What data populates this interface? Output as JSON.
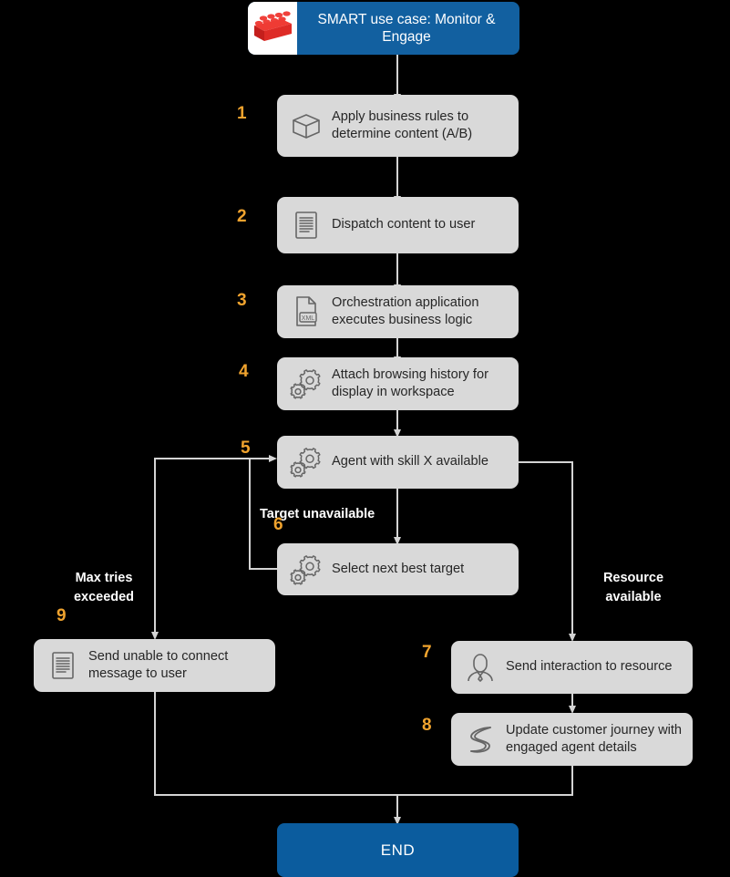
{
  "diagram": {
    "title": "SMART use case: Monitor & Engage",
    "start_node": {
      "label": "SMART use case: Monitor & Engage",
      "icon": "lego-brick-icon",
      "fill": "#1260a0",
      "text_color": "#ffffff"
    },
    "end_node": {
      "label": "END",
      "fill": "#0b5c9e",
      "text_color": "#ffffff"
    },
    "colors": {
      "background": "#000000",
      "box_fill": "#d9d9d9",
      "box_text": "#262626",
      "step_number": "#f0a32e",
      "edge_label": "#ffffff",
      "connector": "#d9d9d9",
      "brand_blue": "#1260a0",
      "lego_red": "#e8312a"
    },
    "steps": [
      {
        "number": "1",
        "label": "Apply business rules to determine content (A/B)",
        "icon": "box-3d-icon"
      },
      {
        "number": "2",
        "label": "Dispatch content to user",
        "icon": "document-lines-icon"
      },
      {
        "number": "3",
        "label": "Orchestration application executes business logic",
        "icon": "xml-file-icon"
      },
      {
        "number": "4",
        "label": "Attach browsing history for display in workspace",
        "icon": "gears-icon"
      },
      {
        "number": "5",
        "label": "Agent with skill X available",
        "icon": "gears-icon"
      },
      {
        "number": "6",
        "label": "Select next best target",
        "icon": "gears-icon"
      },
      {
        "number": "7",
        "label": "Send interaction to resource",
        "icon": "person-agent-icon"
      },
      {
        "number": "8",
        "label": "Update customer journey with engaged agent details",
        "icon": "winding-path-icon"
      },
      {
        "number": "9",
        "label": "Send unable to connect message to user",
        "icon": "document-lines-icon"
      }
    ],
    "edge_labels": [
      {
        "id": "target-unavailable",
        "text": "Target unavailable"
      },
      {
        "id": "max-tries-exceeded",
        "text": "Max tries exceeded"
      },
      {
        "id": "resource-available",
        "text": "Resource available"
      }
    ]
  }
}
